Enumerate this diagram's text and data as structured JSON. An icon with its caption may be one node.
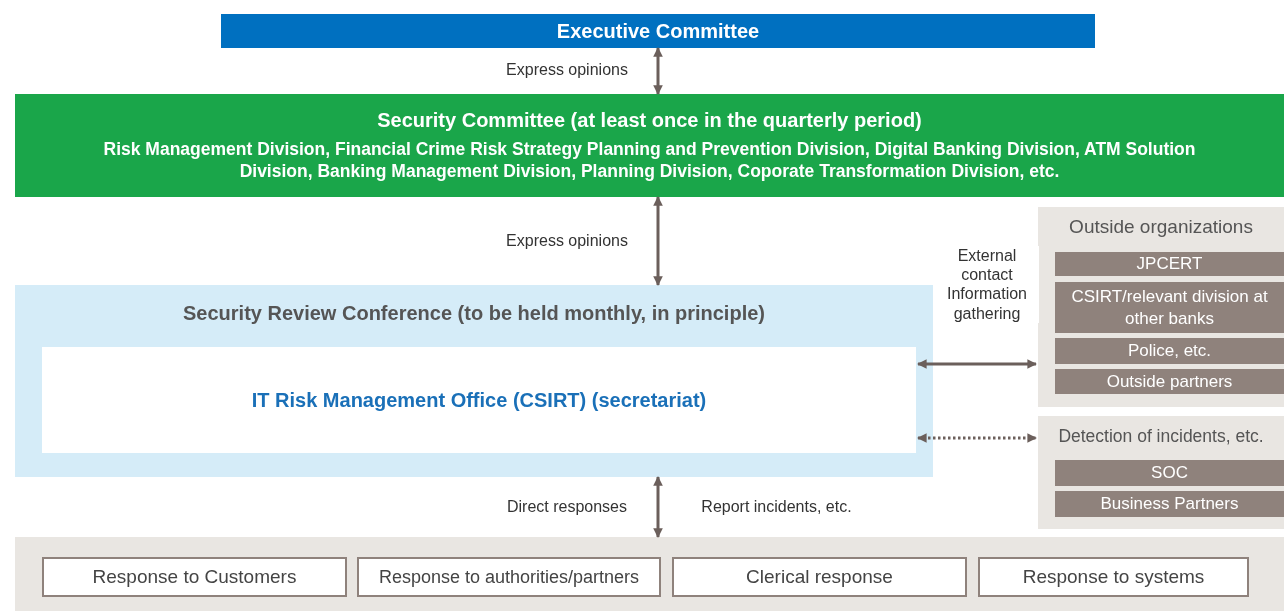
{
  "diagram": {
    "nodes": [
      {
        "text": [
          "Executive Committee"
        ]
      },
      {
        "text": [
          "Security Committee (at least once in the quarterly period)",
          "Risk Management Division, Financial Crime Risk Strategy Planning and Prevention Division, Digital Banking Division, ATM Solution Division, Banking Management Division, Planning Division, Coporate Transformation Division, etc."
        ]
      },
      {
        "text": [
          "Security Review Conference (to be held monthly, in principle)"
        ]
      },
      {
        "text": [
          "IT Risk Management Office (CSIRT) (secretariat)"
        ],
        "in": 2
      },
      {
        "text": [
          "Outside organizations"
        ]
      },
      {
        "text": [
          "JPCERT"
        ],
        "in": 4
      },
      {
        "text": [
          "CSIRT/relevant division at other banks"
        ],
        "in": 4
      },
      {
        "text": [
          "Police, etc."
        ],
        "in": 4
      },
      {
        "text": [
          "Outside partners"
        ],
        "in": 4
      },
      {
        "text": [
          "Detection of incidents, etc."
        ]
      },
      {
        "text": [
          "SOC"
        ],
        "in": 9
      },
      {
        "text": [
          "Business Partners"
        ],
        "in": 9
      },
      {
        "text": [],
        "shape": "box"
      },
      {
        "text": [
          "Response to Customers"
        ],
        "in": 12
      },
      {
        "text": [
          "Response to authorities/partners"
        ],
        "in": 12
      },
      {
        "text": [
          "Clerical response"
        ],
        "in": 12
      },
      {
        "text": [
          "Response to systems"
        ],
        "in": 12
      }
    ],
    "edges": [
      {
        "from": 0,
        "to": 1,
        "arrow": "both",
        "label": "Express opinions"
      },
      {
        "from": 1,
        "to": 2,
        "arrow": "both",
        "label": "Express opinions"
      },
      {
        "from": 3,
        "to": 4,
        "arrow": "both",
        "label": "External contact Information gathering"
      },
      {
        "from": 3,
        "to": 9,
        "arrow": "both",
        "style": "dashed"
      },
      {
        "from": 2,
        "to": 12,
        "arrow": "both"
      }
    ],
    "labels": [
      "Direct responses",
      "Report incidents, etc."
    ]
  }
}
